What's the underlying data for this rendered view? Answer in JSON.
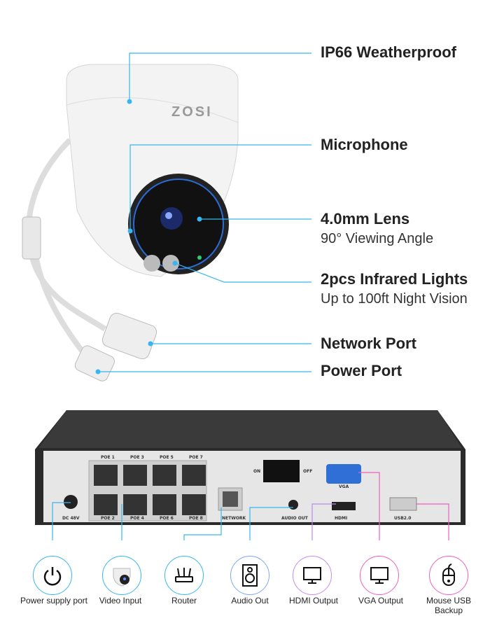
{
  "camera": {
    "brand": "ZOSI",
    "callouts": [
      {
        "title": "IP66 Weatherproof"
      },
      {
        "title": "Microphone"
      },
      {
        "title": "4.0mm Lens",
        "subtitle": "90° Viewing Angle"
      },
      {
        "title": "2pcs Infrared Lights",
        "subtitle": "Up to 100ft Night Vision"
      },
      {
        "title": "Network Port"
      },
      {
        "title": "Power Port"
      }
    ]
  },
  "nvr": {
    "ports": {
      "poe1": "POE 1",
      "poe3": "POE 3",
      "poe5": "POE 5",
      "poe7": "POE 7",
      "poe2": "POE 2",
      "poe4": "POE 4",
      "poe6": "POE 6",
      "poe8": "POE 8",
      "dc": "DC 48V",
      "network": "NETWORK",
      "audio": "AUDIO OUT",
      "hdmi": "HDMI",
      "vga": "VGA",
      "usb": "USB2.0",
      "on": "ON",
      "off": "OFF"
    }
  },
  "connections": [
    {
      "label": "Power supply port",
      "icon": "power-icon"
    },
    {
      "label": "Video Input",
      "icon": "camera-icon"
    },
    {
      "label": "Router",
      "icon": "router-icon"
    },
    {
      "label": "Audio Out",
      "icon": "speaker-icon"
    },
    {
      "label": "HDMI Output",
      "icon": "monitor-icon"
    },
    {
      "label": "VGA Output",
      "icon": "monitor-icon"
    },
    {
      "label": "Mouse USB Backup",
      "icon": "mouse-icon"
    }
  ],
  "colors": {
    "accent_blue": "#37b6f0",
    "accent_pink": "#ee5fc0"
  }
}
